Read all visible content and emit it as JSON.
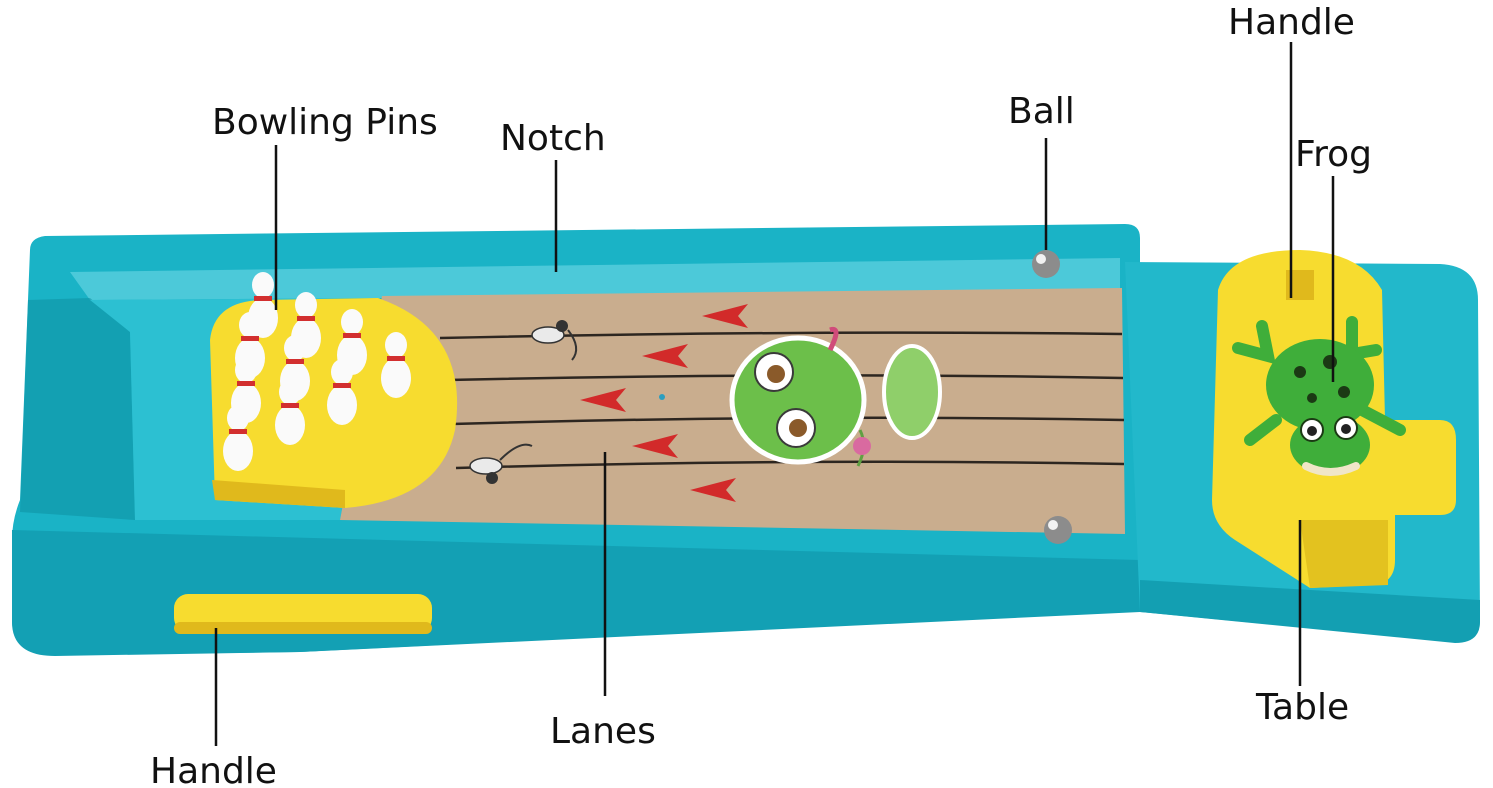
{
  "labels": {
    "bowling_pins": "Bowling Pins",
    "notch": "Notch",
    "ball": "Ball",
    "handle_top": "Handle",
    "frog": "Frog",
    "lanes": "Lanes",
    "table": "Table",
    "handle_bottom": "Handle"
  },
  "colors": {
    "board": "#1ab3c6",
    "board_dark": "#0f8fa3",
    "board_light": "#4cc9d9",
    "lane": "#c9ad8e",
    "lane_line": "#2d2620",
    "yellow": "#f7dc2f",
    "yellow_dark": "#e0b91c",
    "pin_red": "#d22f2f",
    "frog_green": "#3fae3a",
    "arrow_red": "#d22a2a",
    "text": "#111111"
  }
}
